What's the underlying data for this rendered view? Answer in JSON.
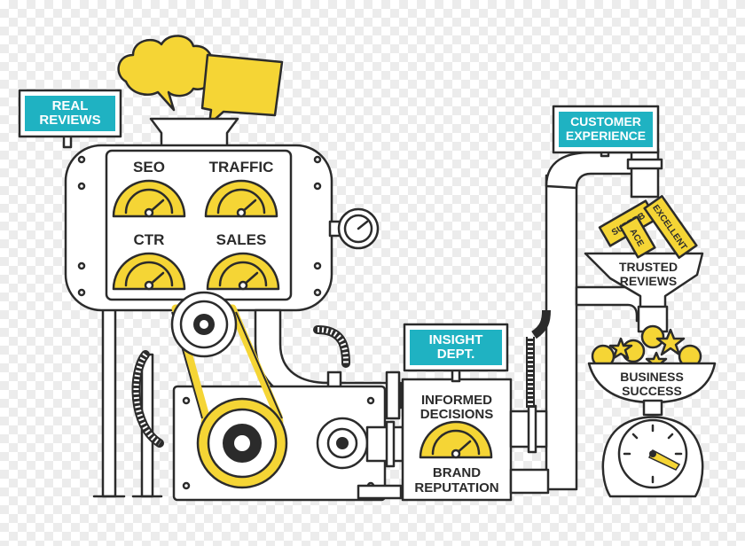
{
  "signs": {
    "real_reviews": [
      "REAL",
      "REVIEWS"
    ],
    "customer_experience": [
      "CUSTOMER",
      "EXPERIENCE"
    ],
    "insight_dept": [
      "INSIGHT",
      "DEPT."
    ]
  },
  "gauges": {
    "seo": "SEO",
    "traffic": "TRAFFIC",
    "ctr": "CTR",
    "sales": "SALES"
  },
  "panel": {
    "informed": [
      "INFORMED",
      "DECISIONS"
    ],
    "brand": [
      "BRAND",
      "REPUTATION"
    ]
  },
  "funnel": [
    "TRUSTED",
    "REVIEWS"
  ],
  "scale": [
    "BUSINESS",
    "SUCCESS"
  ],
  "tickets": {
    "superb": "SUPERB",
    "excellent": "EXCELLENT",
    "ace": "ACE"
  },
  "colors": {
    "accent_yellow": "#f5d535",
    "sign_teal": "#1fb2c2",
    "outline": "#2b2b2b"
  }
}
